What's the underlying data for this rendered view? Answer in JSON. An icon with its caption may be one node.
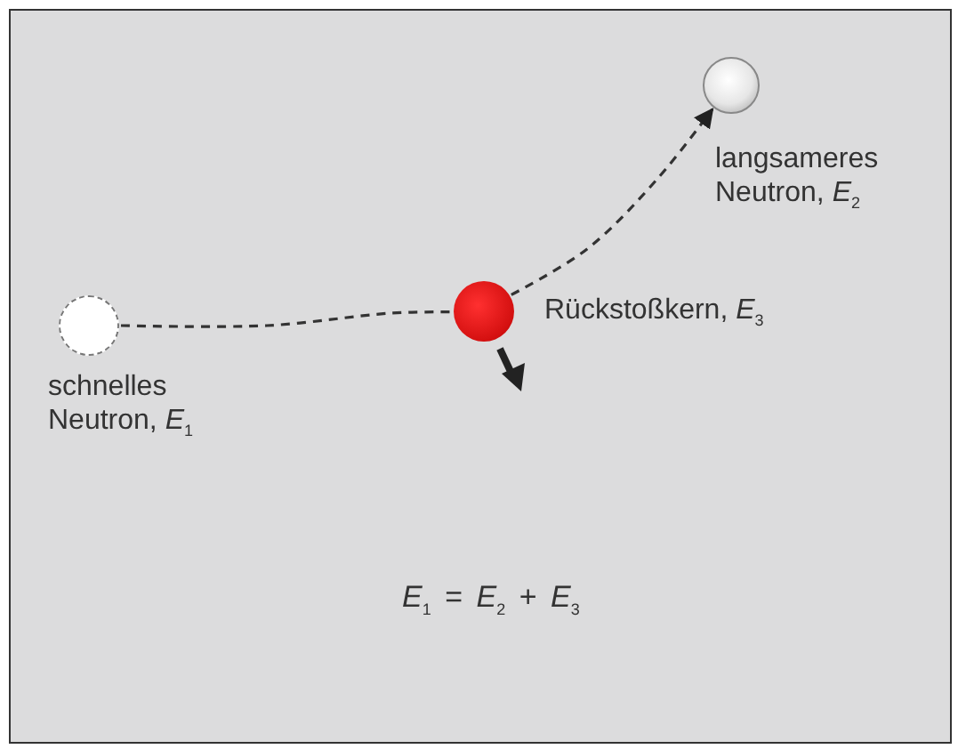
{
  "diagram": {
    "nodes": [
      {
        "text": [],
        "shape": "circle",
        "beside": [
          "schnelles Neutron, *E*$_{1}$"
        ]
      },
      {
        "text": [],
        "shape": "circle",
        "beside": [
          "Rückstoßkern, *E*$_{3}$"
        ]
      },
      {
        "text": [],
        "shape": "circle",
        "beside": [
          "langsameres Neutron, *E*$_{2}$"
        ]
      }
    ],
    "edges": [
      {
        "from": 0,
        "to": 1,
        "arrow": "none",
        "style": "dashed"
      },
      {
        "from": 1,
        "to": 2,
        "arrow": "to",
        "style": "dashed"
      }
    ],
    "labels": [
      "*E*$_{1}$ = *E*$_{2}$ + *E*$_{3}$"
    ]
  }
}
